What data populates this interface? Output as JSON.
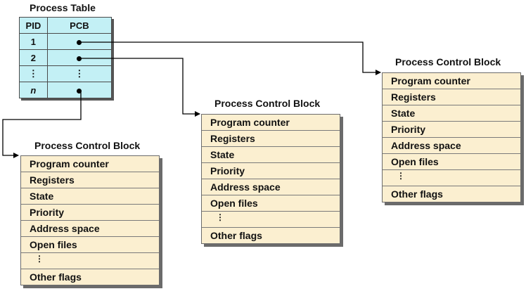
{
  "process_table": {
    "title": "Process Table",
    "headers": [
      "PID",
      "PCB"
    ],
    "rows": [
      {
        "pid": "1",
        "pcb": "pointer"
      },
      {
        "pid": "2",
        "pcb": "pointer"
      },
      {
        "pid": "⋮",
        "pcb": "⋮"
      },
      {
        "pid": "n",
        "pcb": "pointer"
      }
    ]
  },
  "pcb_blocks": [
    {
      "title": "Process Control Block",
      "fields": [
        "Program counter",
        "Registers",
        "State",
        "Priority",
        "Address space",
        "Open files",
        "⋮",
        "Other flags"
      ]
    },
    {
      "title": "Process Control Block",
      "fields": [
        "Program counter",
        "Registers",
        "State",
        "Priority",
        "Address space",
        "Open files",
        "⋮",
        "Other flags"
      ]
    },
    {
      "title": "Process Control Block",
      "fields": [
        "Program counter",
        "Registers",
        "State",
        "Priority",
        "Address space",
        "Open files",
        "⋮",
        "Other flags"
      ]
    }
  ],
  "colors": {
    "table_fill": "#c3f0f5",
    "pcb_fill": "#fbefd0",
    "line": "#000000"
  }
}
